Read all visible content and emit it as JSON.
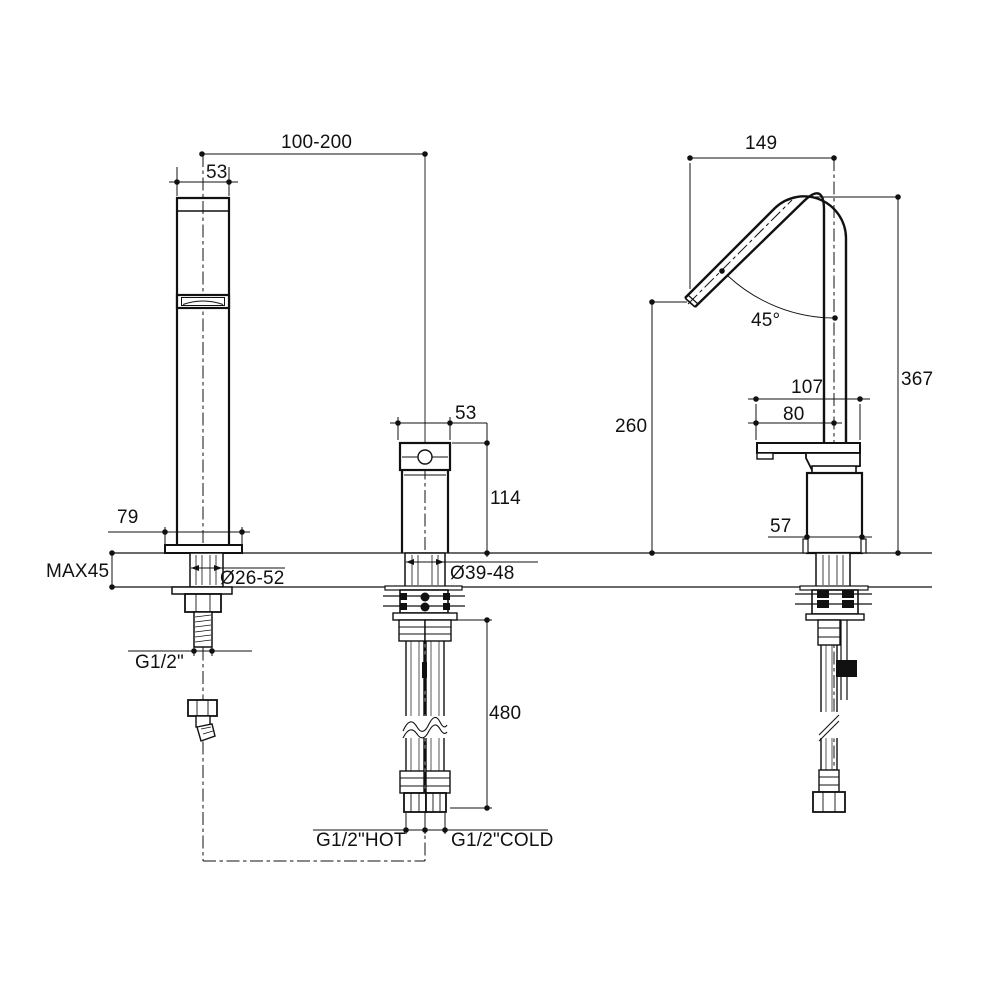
{
  "drawing": {
    "title": "Basin mixer installation drawing - three views with dimensions",
    "line_color": "#111111",
    "background": "#ffffff",
    "deck": {
      "max_thickness": "MAX45"
    },
    "spout": {
      "mount_offset": "100-200",
      "width": "53",
      "flange_diameter": "79",
      "hole_diameter": "Ø26-52",
      "thread": "G1/2\""
    },
    "valve": {
      "width": "53",
      "height": "114",
      "hole_diameter": "Ø39-48",
      "hose_length": "480",
      "hot_inlet": "G1/2\"HOT",
      "cold_inlet": "G1/2\"COLD"
    },
    "mixer": {
      "spout_reach": "149",
      "spout_angle": "45°",
      "height_total": "367",
      "outlet_height": "260",
      "handle_reach": "107",
      "handle_reach_inner": "80",
      "body_diameter": "57"
    }
  }
}
